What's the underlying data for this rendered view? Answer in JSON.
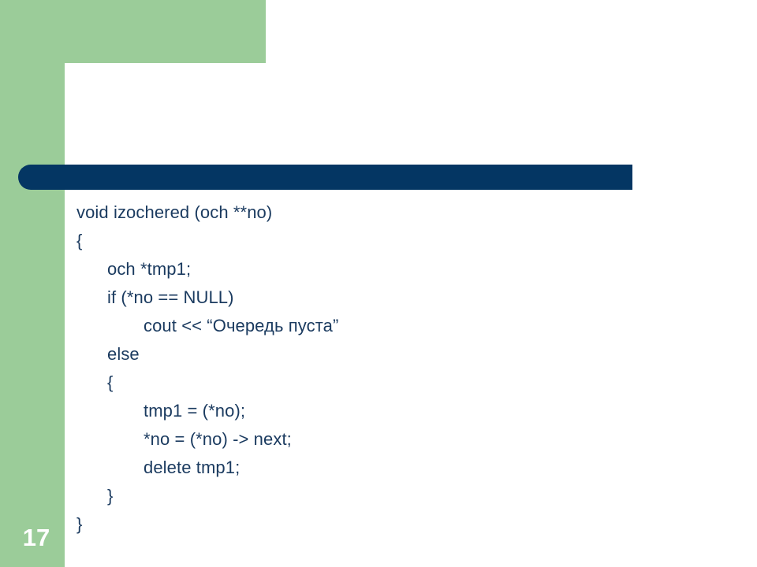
{
  "slide": {
    "page_number": "17",
    "theme": {
      "accent_green": "#9BCC99",
      "accent_blue": "#043663",
      "code_text_color": "#1A3A5F",
      "background": "#ffffff"
    }
  },
  "code": {
    "language": "cpp",
    "lines": [
      {
        "indent": 0,
        "text": "void izochered (och **no)"
      },
      {
        "indent": 0,
        "text": "{"
      },
      {
        "indent": 1,
        "text": "och *tmp1;"
      },
      {
        "indent": 1,
        "text": "if (*no == NULL)"
      },
      {
        "indent": 2,
        "text": "cout << “Очередь пуста”"
      },
      {
        "indent": 1,
        "text": "else"
      },
      {
        "indent": 1,
        "text": "{"
      },
      {
        "indent": 2,
        "text": "tmp1 = (*no);"
      },
      {
        "indent": 2,
        "text": "*no = (*no) -> next;"
      },
      {
        "indent": 2,
        "text": "delete tmp1;"
      },
      {
        "indent": 1,
        "text": "}"
      },
      {
        "indent": 0,
        "text": "}"
      }
    ]
  }
}
